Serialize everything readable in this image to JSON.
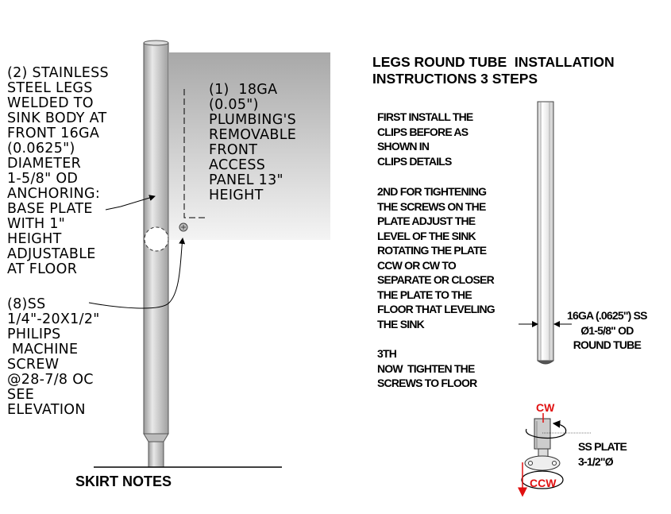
{
  "skirt": {
    "legs_note": "(2) STAINLESS\nSTEEL LEGS\nWELDED TO\nSINK BODY AT\nFRONT 16GA\n(0.0625\")\nDIAMETER\n1-5/8\" OD\nANCHORING:\nBASE PLATE\nWITH 1\"\nHEIGHT\nADJUSTABLE\nAT FLOOR",
    "panel_note": "(1)  18GA\n(0.05\")\nPLUMBING'S\nREMOVABLE\nFRONT\nACCESS\nPANEL 13\"\nHEIGHT",
    "screw_note": "(8)SS\n1/4\"-20X1/2\"\nPHILIPS\n MACHINE\nSCREW\n@28-7/8 OC\nSEE\nELEVATION",
    "label": "SKIRT NOTES"
  },
  "legs": {
    "title": "LEGS ROUND TUBE  INSTALLATION\nINSTRUCTIONS 3 STEPS",
    "step1": "FIRST INSTALL THE\nCLIPS BEFORE AS\nSHOWN IN\nCLIPS DETAILS",
    "step2": "2ND FOR TIGHTENING\nTHE SCREWS ON THE\nPLATE ADJUST THE\nLEVEL OF THE SINK\nROTATING THE PLATE\nCCW OR CW TO\nSEPARATE OR CLOSER\nTHE PLATE TO THE\nFLOOR THAT LEVELING\nTHE SINK",
    "step3": "3TH\nNOW  TIGHTEN THE\nSCREWS TO FLOOR",
    "tube_label": "16GA (.0625\") SS\nØ1-5/8\" OD\nROUND TUBE",
    "cw": "CW",
    "ccw": "CCW",
    "plate_label": "SS PLATE\n3-1/2\"Ø"
  },
  "colors": {
    "rotation_arrow": "#e01010",
    "panel_dark": "#a8a8a8",
    "panel_light": "#f4f4f4"
  }
}
